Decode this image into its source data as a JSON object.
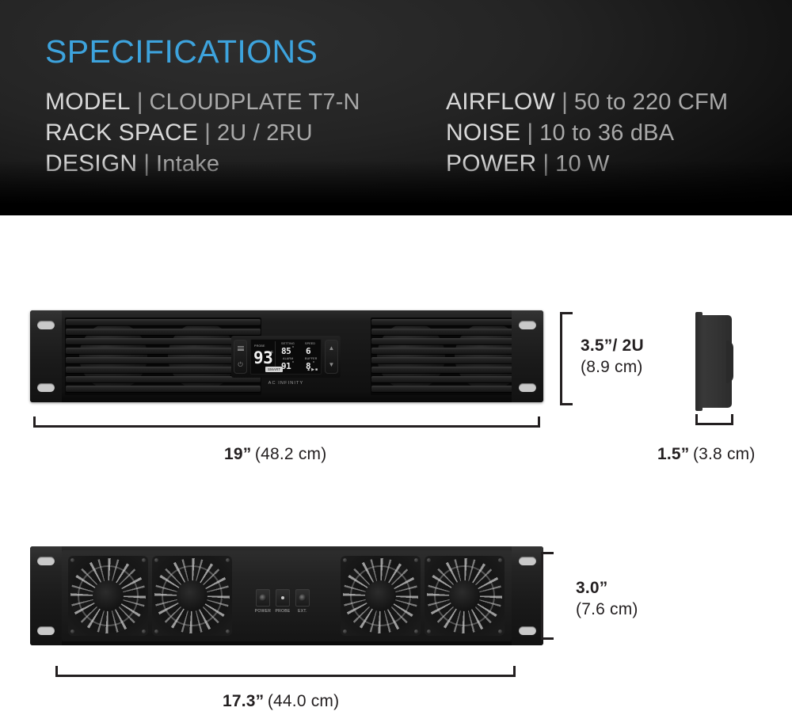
{
  "specs": {
    "title": "SPECIFICATIONS",
    "title_color": "#3da3dd",
    "separator": "|",
    "left_column": [
      {
        "label": "MODEL",
        "value": "CLOUDPLATE T7-N"
      },
      {
        "label": "RACK SPACE",
        "value": "2U / 2RU"
      },
      {
        "label": "DESIGN",
        "value": "Intake"
      }
    ],
    "right_column": [
      {
        "label": "AIRFLOW",
        "value": "50 to 220 CFM"
      },
      {
        "label": "NOISE",
        "value": "10 to 36 dBA"
      },
      {
        "label": "POWER",
        "value": "10 W"
      }
    ]
  },
  "product": {
    "brand": "AC INFINITY",
    "display": {
      "probe_label": "PROBE",
      "probe_value": "93",
      "probe_unit": "F",
      "setting_label": "SETTING",
      "setting_value": "85",
      "setting_unit": "°",
      "speed_label": "SPEED",
      "speed_value": "6",
      "alarm_label": "ALARM",
      "alarm_value": "91",
      "alarm_unit": "°",
      "buffer_label": "BUFFER",
      "buffer_value": "8",
      "buffer_unit": "°",
      "mode_chip": "SMART",
      "status_icons": "▲▶■"
    },
    "ports": [
      {
        "label": "POWER"
      },
      {
        "label": "PROBE"
      },
      {
        "label": "EXT."
      }
    ]
  },
  "dimensions": {
    "front_height": {
      "value": "3.5”/ 2U",
      "metric": "(8.9 cm)"
    },
    "front_width": {
      "value": "19”",
      "metric": "(48.2 cm)"
    },
    "depth": {
      "value": "1.5”",
      "metric": "(3.8 cm)"
    },
    "rear_height": {
      "value": "3.0”",
      "metric": "(7.6 cm)"
    },
    "rear_width": {
      "value": "17.3”",
      "metric": "(44.0 cm)"
    }
  }
}
